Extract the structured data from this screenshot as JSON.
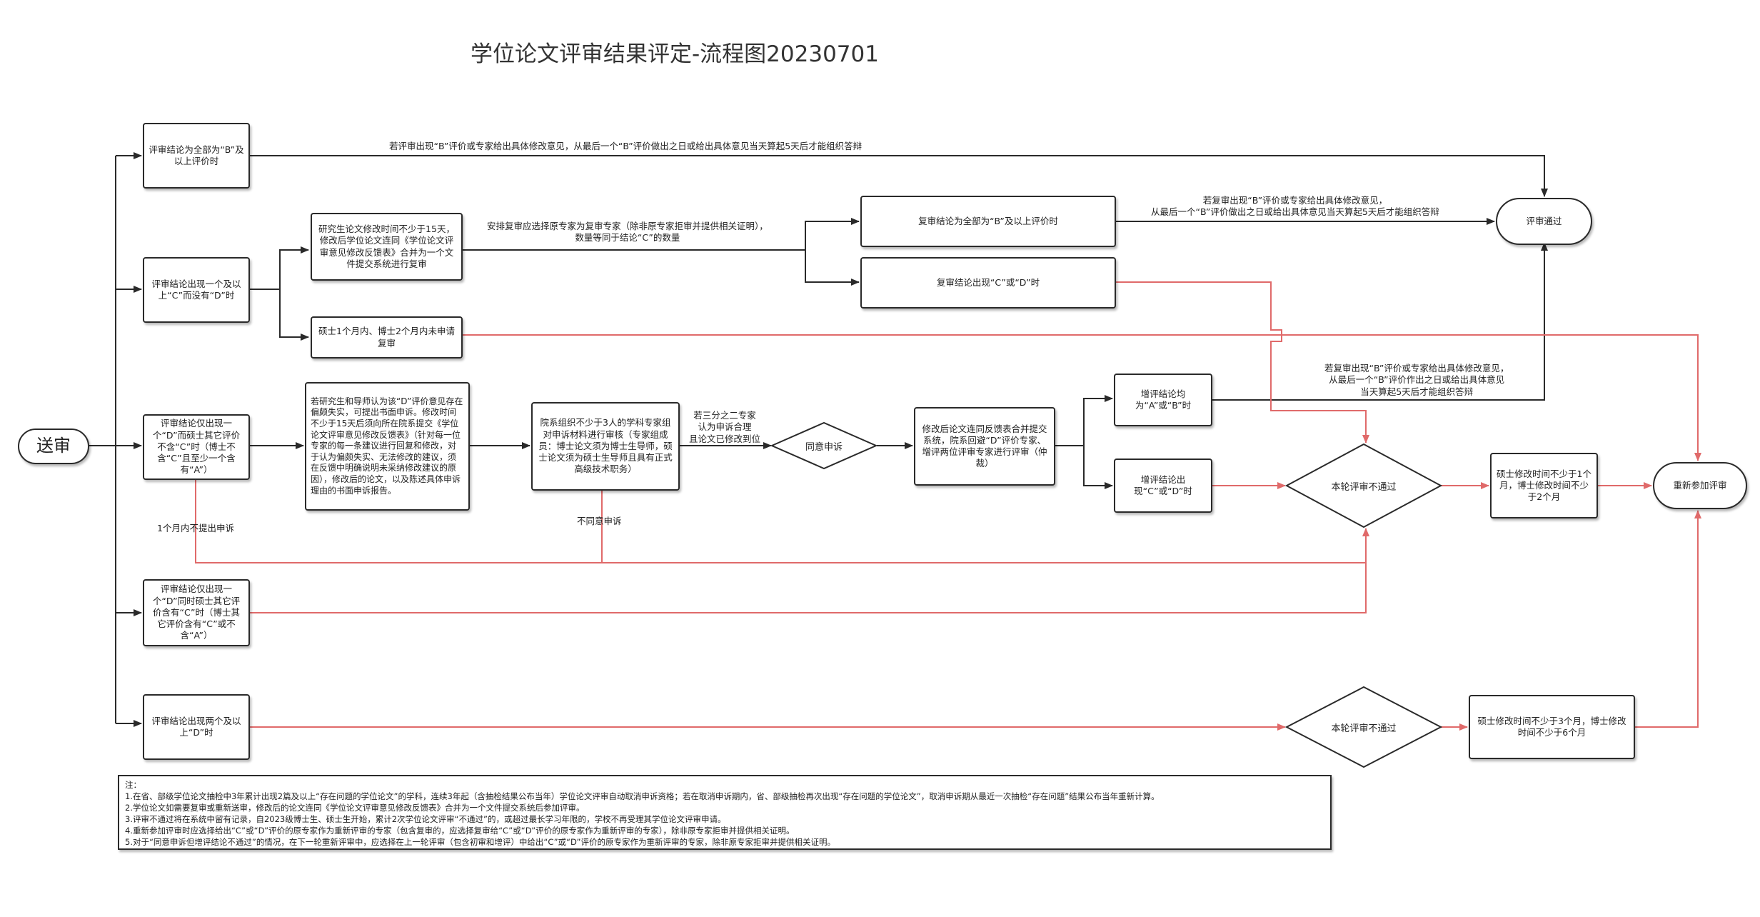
{
  "title": "学位论文评审结果评定-流程图20230701",
  "colors": {
    "black_line": "#2a2a2a",
    "red_line": "#e06a6a"
  },
  "nodes": {
    "start": "送审",
    "cond_all_b": "评审结论为全部为“B”及以上评价时",
    "cond_c_no_d": "评审结论出现一个及以上“C”而没有“D”时",
    "cond_one_d_a": "评审结论仅出现一个“D”而硕士其它评价不含“C”时（博士不含“C”且至少一个含有“A”）",
    "cond_one_d_c": "评审结论仅出现一个“D”同时硕士其它评价含有“C”时（博士其它评价含有“C”或不含“A”）",
    "cond_two_d": "评审结论出现两个及以上“D”时",
    "revise_resubmit": "研究生论文修改时间不少于15天，修改后学位论文连同《学位论文评审意见修改反馈表》合并为一个文件提交系统进行复审",
    "no_review_apply": "硕士1个月内、博士2个月内未申请复审",
    "review_all_b": "复审结论为全部为“B”及以上评价时",
    "review_c_d": "复审结论出现“C”或“D”时",
    "appeal_submit": "若研究生和导师认为该“D”评价意见存在偏颇失实，可提出书面申诉。修改时间不少于15天后须向所在院系提交《学位论文评审意见修改反馈表》（针对每一位专家的每一条建议进行回复和修改，对于认为偏颇失实、无法修改的建议，须在反馈中明确说明未采纳修改建议的原因），修改后的论文，以及陈述具体申诉理由的书面申诉报告。",
    "dept_experts": "院系组织不少于3人的学科专家组对申诉材料进行审核（专家组成员：博士论文须为博士生导师，硕士论文须为硕士生导师且具有正式高级技术职务）",
    "agree_appeal": "同意申诉",
    "send_extra": "修改后论文连同反馈表合并提交系统，院系回避“D”评价专家、增评两位评审专家进行评审（仲裁）",
    "extra_all_ab": "增评结论均为“A”或“B”时",
    "extra_c_d": "增评结论出现“C”或“D”时",
    "fail_1": "本轮评审不通过",
    "fail_2": "本轮评审不通过",
    "revise_time_1": "硕士修改时间不少于1个月，博士修改时间不少于2个月",
    "revise_time_2": "硕士修改时间不少于3个月，博士修改时间不少于6个月",
    "pass": "评审通过",
    "resubmit": "重新参加评审"
  },
  "labels": {
    "top_b": "若评审出现“B”评价或专家给出具体修改意见，从最后一个“B”评价做出之日或给出具体意见当天算起5天后才能组织答辩",
    "arrange_line1": "安排复审应选择原专家为复审专家（除非原专家拒审并提供相关证明），",
    "arrange_line2": "数量等同于结论“C”的数量",
    "review_b_line1": "若复审出现“B”评价或专家给出具体修改意见，",
    "review_b_line2": "从最后一个“B”评价做出之日或给出具体意见当天算起5天后才能组织答辩",
    "extra_b_line1": "若复审出现“B”评价或专家给出具体修改意见，",
    "extra_b_line2": "从最后一个“B”评价作出之日或给出具体意见",
    "extra_b_line3": "当天算起5天后才能组织答辩",
    "two_thirds_line1": "若三分之二专家",
    "two_thirds_line2": "认为申诉合理",
    "two_thirds_line3": "且论文已修改到位",
    "no_appeal": "1个月内不提出申诉",
    "disagree": "不同意申诉"
  },
  "notes": {
    "heading": "注：",
    "items": [
      "1.在省、部级学位论文抽检中3年累计出现2篇及以上“存在问题的学位论文”的学科，连续3年起（含抽检结果公布当年）学位论文评审自动取消申诉资格；若在取消申诉期内，省、部级抽检再次出现“存在问题的学位论文”，取消申诉期从最近一次抽检“存在问题”结果公布当年重新计算。",
      "2.学位论文如需要复审或重新送审，修改后的论文连同《学位论文评审意见修改反馈表》合并为一个文件提交系统后参加评审。",
      "3.评审不通过将在系统中留有记录，自2023级博士生、硕士生开始，累计2次学位论文评审“不通过”的，或超过最长学习年限的，学校不再受理其学位论文评审申请。",
      "4.重新参加评审时应选择给出“C”或“D”评价的原专家作为重新评审的专家（包含复审的，应选择复审给“C”或“D”评价的原专家作为重新评审的专家），除非原专家拒审并提供相关证明。",
      "5.对于“同意申诉但增评结论不通过”的情况，在下一轮重新评审中，应选择在上一轮评审（包含初审和增评）中给出“C”或“D”评价的原专家作为重新评审的专家，除非原专家拒审并提供相关证明。"
    ]
  }
}
